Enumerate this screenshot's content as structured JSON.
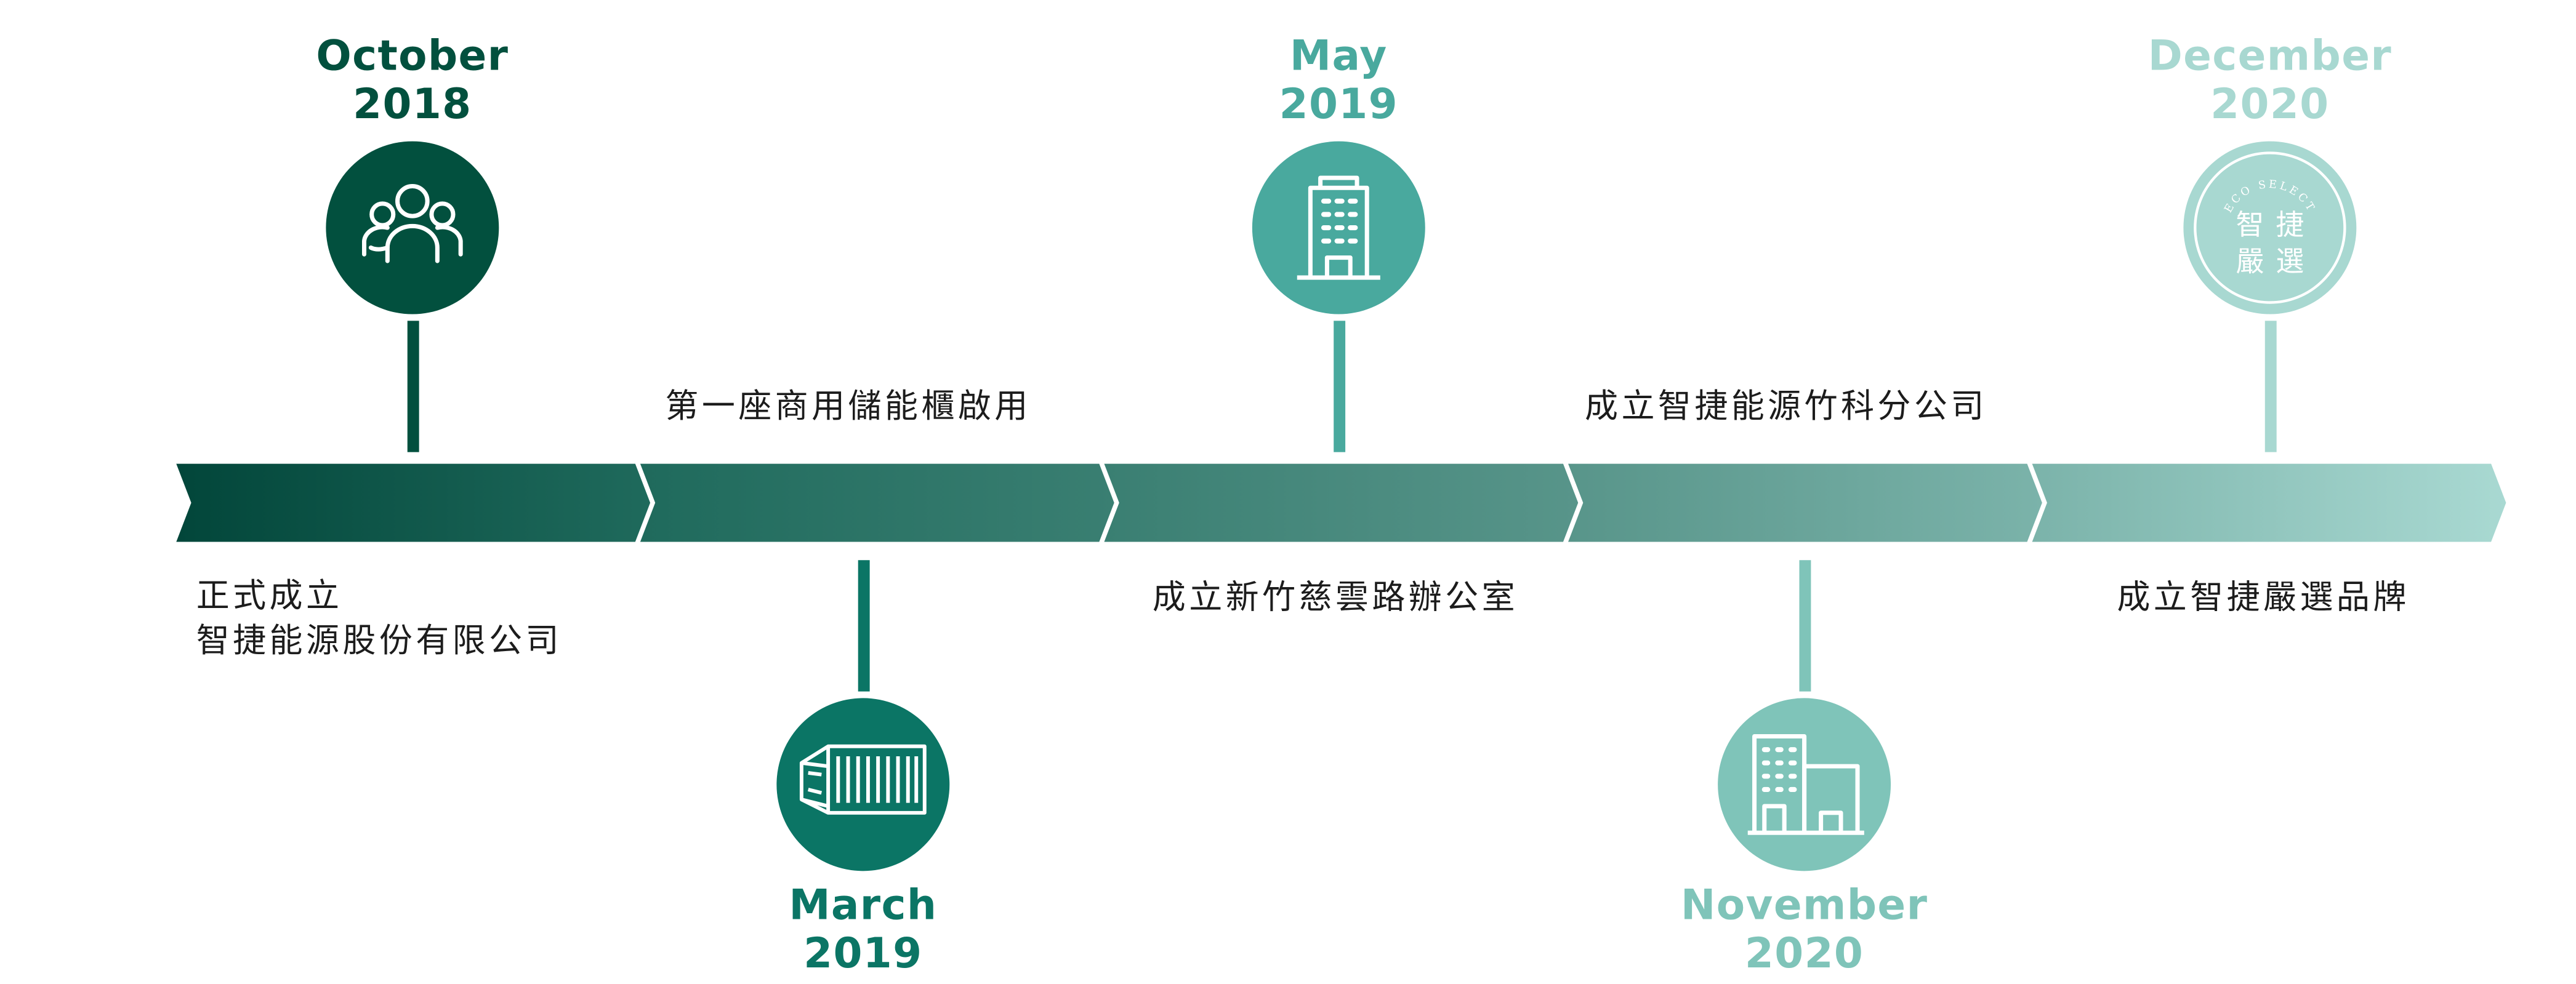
{
  "colors": {
    "m1": "#02503e",
    "m2": "#0b7565",
    "m3": "#49a99e",
    "m4": "#7fc4b9",
    "m5": "#a8d8d1"
  },
  "milestones": [
    {
      "month": "October",
      "year": "2018",
      "icon": "people-group-icon",
      "label_lines": [
        "正式成立",
        "智捷能源股份有限公司"
      ]
    },
    {
      "month": "March",
      "year": "2019",
      "icon": "shipping-container-icon",
      "label_lines": [
        "第一座商用儲能櫃啟用"
      ]
    },
    {
      "month": "May",
      "year": "2019",
      "icon": "office-building-icon",
      "label_lines": [
        "成立新竹慈雲路辦公室"
      ]
    },
    {
      "month": "November",
      "year": "2020",
      "icon": "city-buildings-icon",
      "label_lines": [
        "成立智捷能源竹科分公司"
      ]
    },
    {
      "month": "December",
      "year": "2020",
      "icon": "brand-seal-icon",
      "label_lines": [
        "成立智捷嚴選品牌"
      ],
      "seal": {
        "arc_text": "ECO SELECT",
        "chars": [
          "智",
          "捷",
          "嚴",
          "選"
        ]
      }
    }
  ]
}
